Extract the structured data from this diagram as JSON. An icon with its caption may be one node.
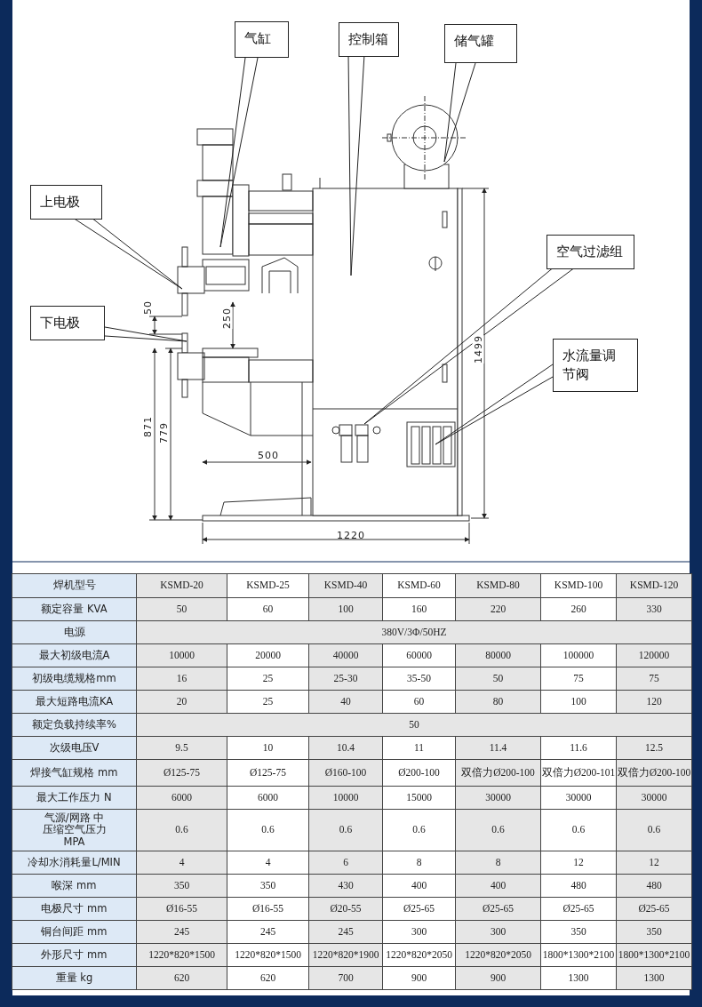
{
  "diagram": {
    "nodes": [
      {
        "text": [
          "气缸"
        ]
      },
      {
        "text": [
          "控制箱"
        ]
      },
      {
        "text": [
          "储气罐"
        ]
      },
      {
        "text": [
          "上电极"
        ]
      },
      {
        "text": [
          "空气过滤组"
        ]
      },
      {
        "text": [
          "下电极"
        ]
      },
      {
        "text": [
          "水流量调节阀"
        ]
      }
    ],
    "edges": [
      {
        "from": 0,
        "to": null,
        "arrow": "none"
      },
      {
        "from": 1,
        "to": null,
        "arrow": "none"
      },
      {
        "from": 2,
        "to": null,
        "arrow": "none"
      },
      {
        "from": 3,
        "to": null,
        "arrow": "none"
      },
      {
        "from": 4,
        "to": null,
        "arrow": "none"
      },
      {
        "from": 5,
        "to": null,
        "arrow": "none"
      },
      {
        "from": 6,
        "to": null,
        "arrow": "none"
      }
    ],
    "labels": [
      "50",
      "250",
      "1499",
      "871",
      "779",
      "500",
      "1220",
      "焊机型号",
      "KSMD-20",
      "KSMD-25",
      "KSMD-40",
      "KSMD-60",
      "KSMD-80",
      "KSMD-100",
      "KSMD-120",
      "额定容量 KVA",
      "50",
      "60",
      "100",
      "160",
      "220",
      "260",
      "330",
      "电源",
      "380V/3Φ/50HZ",
      "最大初级电流A",
      "10000",
      "20000",
      "40000",
      "60000",
      "80000",
      "100000",
      "120000",
      "初级电缆规格mm",
      "16",
      "25",
      "25-30",
      "35-50",
      "50",
      "75",
      "75",
      "最大短路电流KA",
      "20",
      "25",
      "40",
      "60",
      "80",
      "100",
      "120",
      "额定负载持续率%",
      "50",
      "次级电压V",
      "9.5",
      "10",
      "10.4",
      "11",
      "11.4",
      "11.6",
      "12.5",
      "焊接气缸规格 mm",
      "Ø125-75",
      "Ø125-75",
      "Ø160-100",
      "Ø200-100",
      "双倍力Ø200-100",
      "双倍力Ø200-101",
      "双倍力Ø200-100",
      "最大工作压力 N",
      "6000",
      "6000",
      "10000",
      "15000",
      "30000",
      "30000",
      "30000",
      "气源/网路 中压缩空气压力 MPA",
      "0.6",
      "0.6",
      "0.6",
      "0.6",
      "0.6",
      "0.6",
      "0.6",
      "冷却水消耗量L/MIN",
      "4",
      "4",
      "6",
      "8",
      "8",
      "12",
      "12",
      "喉深 mm",
      "350",
      "350",
      "430",
      "400",
      "400",
      "480",
      "480",
      "电极尺寸 mm",
      "Ø16-55",
      "Ø16-55",
      "Ø20-55",
      "Ø25-65",
      "Ø25-65",
      "Ø25-65",
      "Ø25-65",
      "铜台间距 mm",
      "245",
      "245",
      "245",
      "300",
      "300",
      "350",
      "350",
      "外形尺寸 mm",
      "1220*820*1500",
      "1220*820*1500",
      "1220*820*1900",
      "1220*820*2050",
      "1220*820*2050",
      "1800*1300*2100",
      "1800*1300*2100",
      "重量 kg",
      "620",
      "620",
      "700",
      "900",
      "900",
      "1300",
      "1300"
    ]
  }
}
